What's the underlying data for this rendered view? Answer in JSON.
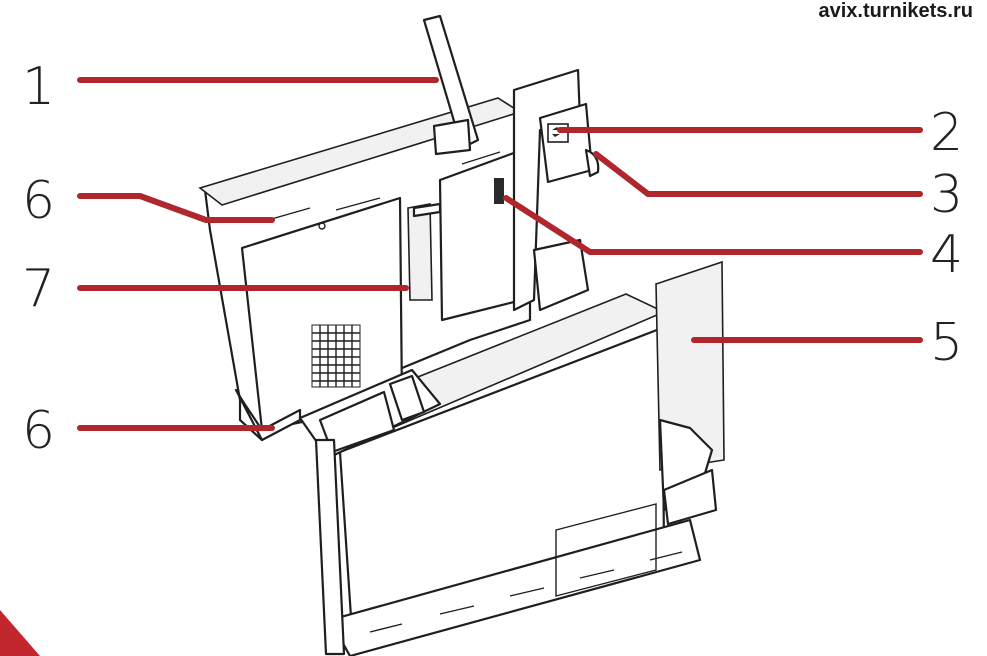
{
  "website": "avix.turnikets.ru",
  "callouts": [
    {
      "label": "1"
    },
    {
      "label": "2"
    },
    {
      "label": "3"
    },
    {
      "label": "4"
    },
    {
      "label": "5"
    },
    {
      "label": "6"
    },
    {
      "label": "7"
    },
    {
      "label": "6"
    }
  ],
  "colors": {
    "leader_line": "#b0262d",
    "corner_triangle": "#c1272d",
    "ink": "#1f1f1f"
  }
}
